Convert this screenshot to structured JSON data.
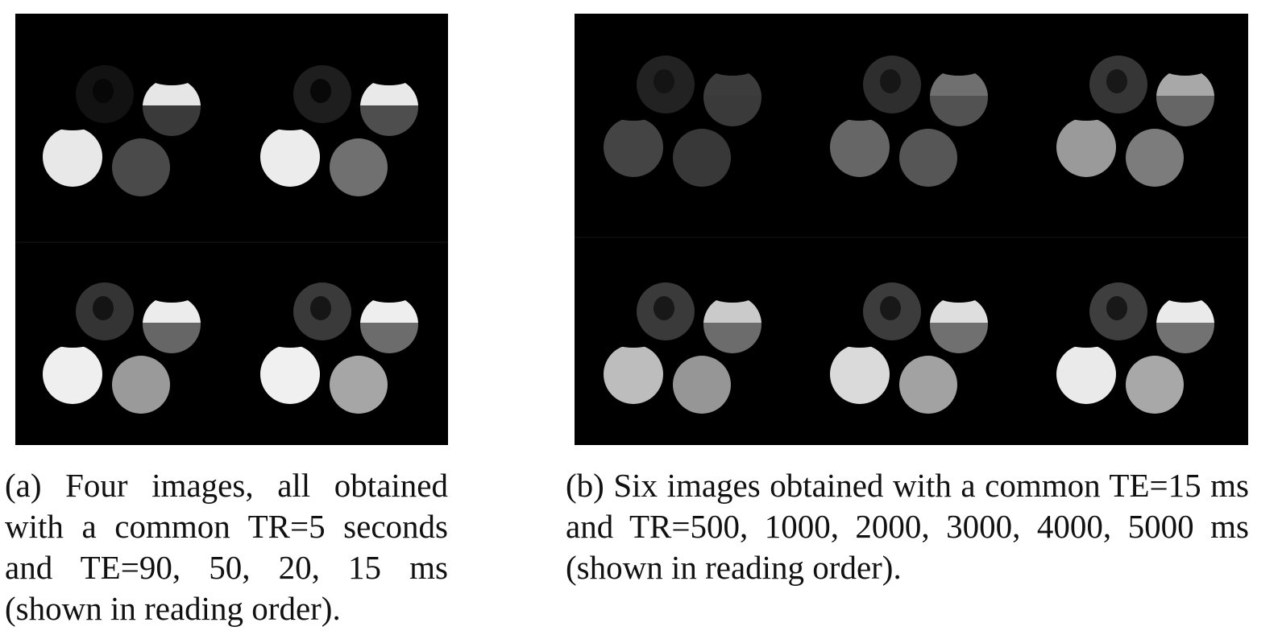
{
  "figure": {
    "panel_a": {
      "caption": "(a) Four images, all obtained with a common TR=5 seconds and TE=90, 50, 20, 15 ms (shown in reading order).",
      "tiles": [
        {
          "TE_ms": 90,
          "intensity": {
            "ring": "#121212",
            "ring_core": "#070707",
            "cup_top": "#e6e6e6",
            "cup_bottom": "#3a3a3a",
            "big_left": "#e8e8e8",
            "small_right": "#4a4a4a"
          }
        },
        {
          "TE_ms": 50,
          "intensity": {
            "ring": "#1e1e1e",
            "ring_core": "#080808",
            "cup_top": "#e9e9e9",
            "cup_bottom": "#4e4e4e",
            "big_left": "#ececec",
            "small_right": "#707070"
          }
        },
        {
          "TE_ms": 20,
          "intensity": {
            "ring": "#343434",
            "ring_core": "#141414",
            "cup_top": "#ececec",
            "cup_bottom": "#666666",
            "big_left": "#efefef",
            "small_right": "#9a9a9a"
          }
        },
        {
          "TE_ms": 15,
          "intensity": {
            "ring": "#3a3a3a",
            "ring_core": "#161616",
            "cup_top": "#eeeeee",
            "cup_bottom": "#6c6c6c",
            "big_left": "#f0f0f0",
            "small_right": "#a6a6a6"
          }
        }
      ]
    },
    "panel_b": {
      "caption": "(b) Six images obtained with a common TE=15 ms and TR=500, 1000, 2000, 3000, 4000, 5000 ms (shown in reading order).",
      "tiles": [
        {
          "TR_ms": 500,
          "intensity": {
            "ring": "#222222",
            "ring_core": "#141414",
            "cup_top": "#3c3c3c",
            "cup_bottom": "#3a3a3a",
            "big_left": "#444444",
            "small_right": "#383838"
          }
        },
        {
          "TR_ms": 1000,
          "intensity": {
            "ring": "#2e2e2e",
            "ring_core": "#161616",
            "cup_top": "#707070",
            "cup_bottom": "#525252",
            "big_left": "#666666",
            "small_right": "#565656"
          }
        },
        {
          "TR_ms": 2000,
          "intensity": {
            "ring": "#363636",
            "ring_core": "#181818",
            "cup_top": "#a8a8a8",
            "cup_bottom": "#666666",
            "big_left": "#9a9a9a",
            "small_right": "#7c7c7c"
          }
        },
        {
          "TR_ms": 3000,
          "intensity": {
            "ring": "#3a3a3a",
            "ring_core": "#181818",
            "cup_top": "#cacaca",
            "cup_bottom": "#6c6c6c",
            "big_left": "#bdbdbd",
            "small_right": "#969696"
          }
        },
        {
          "TR_ms": 4000,
          "intensity": {
            "ring": "#3c3c3c",
            "ring_core": "#181818",
            "cup_top": "#dedede",
            "cup_bottom": "#707070",
            "big_left": "#dadada",
            "small_right": "#a2a2a2"
          }
        },
        {
          "TR_ms": 5000,
          "intensity": {
            "ring": "#3e3e3e",
            "ring_core": "#181818",
            "cup_top": "#eaeaea",
            "cup_bottom": "#727272",
            "big_left": "#eaeaea",
            "small_right": "#a8a8a8"
          }
        }
      ]
    }
  }
}
